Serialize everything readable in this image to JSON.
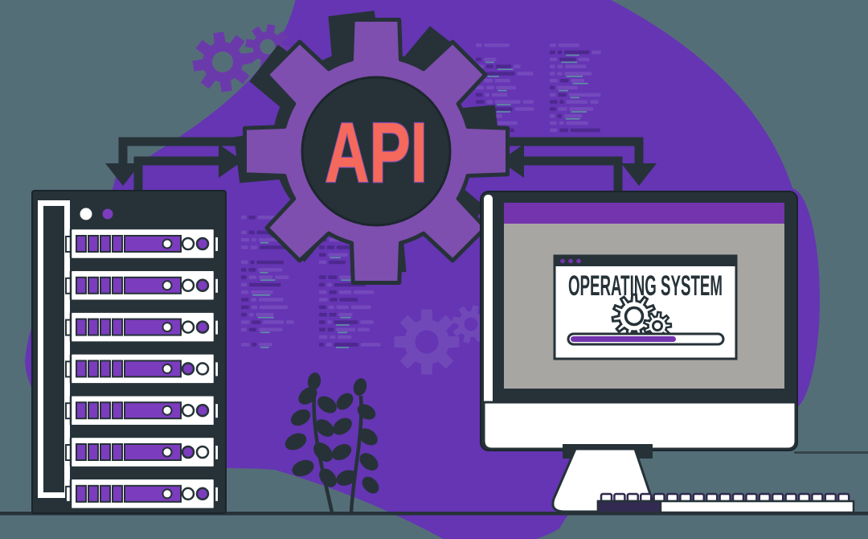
{
  "texts": {
    "api_label": "API"
  },
  "monitor": {
    "window": {
      "title": "OPERATING SYSTEM",
      "titlebar_dots": 3,
      "progress_percent": 70
    }
  },
  "server_rack": {
    "status_lights": [
      "white",
      "purple"
    ],
    "tray_count": 7,
    "trays": [
      {
        "lights": [
          "white",
          "purple"
        ]
      },
      {
        "lights": [
          "white",
          "purple"
        ]
      },
      {
        "lights": [
          "white",
          "purple"
        ]
      },
      {
        "lights": [
          "purple",
          "white"
        ]
      },
      {
        "lights": [
          "white",
          "purple"
        ]
      },
      {
        "lights": [
          "purple",
          "white"
        ]
      },
      {
        "lights": [
          "white",
          "purple"
        ]
      }
    ]
  },
  "keyboard": {
    "key_count": 19
  },
  "colors": {
    "background_slate": "#546e78",
    "blob_purple": "#6535b4",
    "api_gear_purple": "#7e4fae",
    "outline_ink": "#263238",
    "api_text_coral": "#f5695c",
    "module_purple": "#7b3cbe",
    "screen_gray": "#a8a6a3",
    "ui_accent_purple": "#7434ae",
    "decor_gear_purple": "#6a3aab",
    "mid_gear_purple": "#7148b8",
    "key_outline_navy": "#2e2a4d"
  }
}
